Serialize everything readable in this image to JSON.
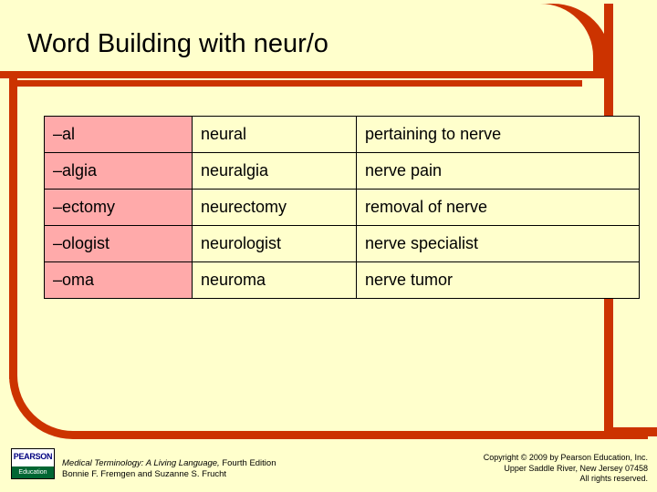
{
  "slide": {
    "title": "Word Building with neur/o",
    "accent_color": "#cc3300",
    "background_color": "#ffffcc",
    "suffix_cell_color": "#ffaaaa"
  },
  "table": {
    "rows": [
      {
        "suffix": "–al",
        "term": "neural",
        "meaning": "pertaining to nerve"
      },
      {
        "suffix": "–algia",
        "term": "neuralgia",
        "meaning": "nerve pain"
      },
      {
        "suffix": "–ectomy",
        "term": "neurectomy",
        "meaning": "removal of nerve"
      },
      {
        "suffix": "–ologist",
        "term": "neurologist",
        "meaning": "nerve specialist"
      },
      {
        "suffix": "–oma",
        "term": "neuroma",
        "meaning": "nerve tumor"
      }
    ]
  },
  "footer": {
    "logo_top": "PEARSON",
    "logo_bottom": "Education",
    "citation_line1_italic": "Medical Terminology: A Living Language,",
    "citation_line1_rest": " Fourth Edition",
    "citation_line2": "Bonnie F. Fremgen and Suzanne S. Frucht",
    "copyright_line1": "Copyright © 2009 by Pearson Education, Inc.",
    "copyright_line2": "Upper Saddle River, New Jersey 07458",
    "copyright_line3": "All rights reserved."
  }
}
